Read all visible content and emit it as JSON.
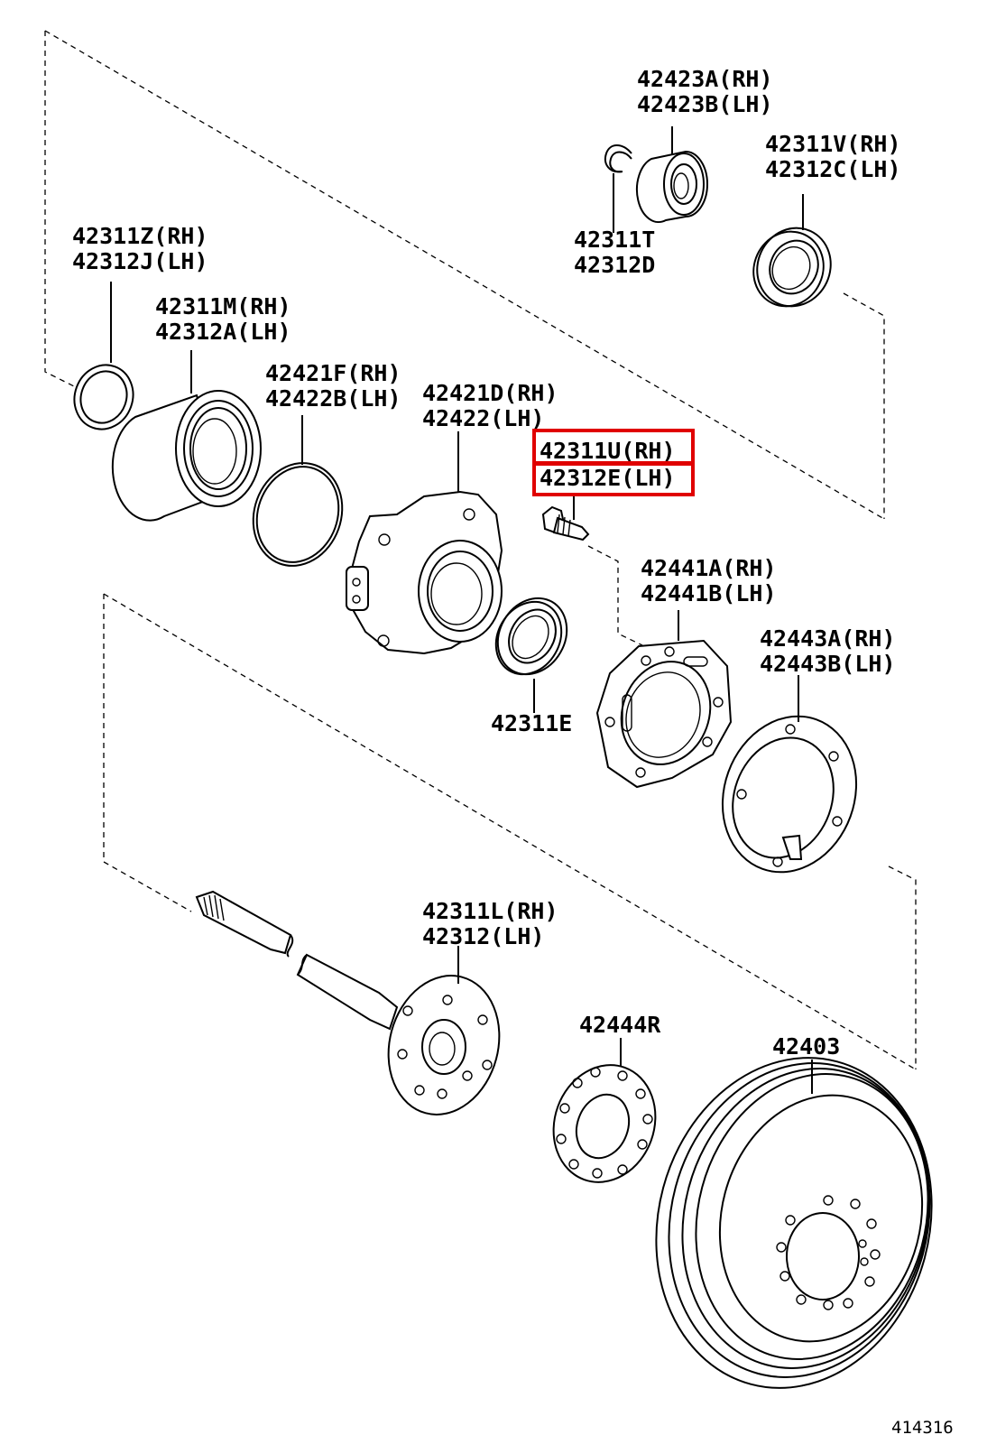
{
  "labels": {
    "p42423": [
      "42423A(RH)",
      "42423B(LH)"
    ],
    "p42311v": [
      "42311V(RH)",
      "42312C(LH)"
    ],
    "p42311t": [
      "42311T",
      "42312D"
    ],
    "p42311z": [
      "42311Z(RH)",
      "42312J(LH)"
    ],
    "p42311m": [
      "42311M(RH)",
      "42312A(LH)"
    ],
    "p42421f": [
      "42421F(RH)",
      "42422B(LH)"
    ],
    "p42421d": [
      "42421D(RH)",
      "42422(LH)"
    ],
    "p42311u": [
      "42311U(RH)",
      "42312E(LH)"
    ],
    "p42441": [
      "42441A(RH)",
      "42441B(LH)"
    ],
    "p42443": [
      "42443A(RH)",
      "42443B(LH)"
    ],
    "p42311e": "42311E",
    "p42311l": [
      "42311L(RH)",
      "42312(LH)"
    ],
    "p42444r": "42444R",
    "p42403": "42403"
  },
  "highlight": {
    "color": "#e00000",
    "parts": [
      "42311U(RH)",
      "42312E(LH)"
    ]
  },
  "figure_id": "414316"
}
